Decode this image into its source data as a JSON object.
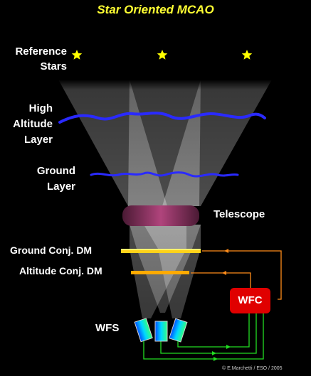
{
  "title": "Star Oriented MCAO",
  "labels": {
    "reference_stars": [
      "Reference",
      "Stars"
    ],
    "high_altitude_layer": [
      "High",
      "Altitude",
      "Layer"
    ],
    "ground_layer": [
      "Ground",
      "Layer"
    ],
    "telescope": "Telescope",
    "ground_conj_dm": "Ground Conj. DM",
    "altitude_conj_dm": "Altitude Conj. DM",
    "wfc": "WFC",
    "wfs": "WFS"
  },
  "credit": "© E.Marchetti / ESO / 2005",
  "icons": [
    "star-icon",
    "star-icon",
    "star-icon"
  ],
  "colors": {
    "title": "#ffff33",
    "star": "#ffff00",
    "turbulence": "#2a2aff",
    "telescope": "#8a3060",
    "dm": "#ffaa00",
    "control_orange": "#ff8c1a",
    "control_green": "#22dd22",
    "wfc": "#e00000",
    "wfs": "#00b4e6"
  }
}
